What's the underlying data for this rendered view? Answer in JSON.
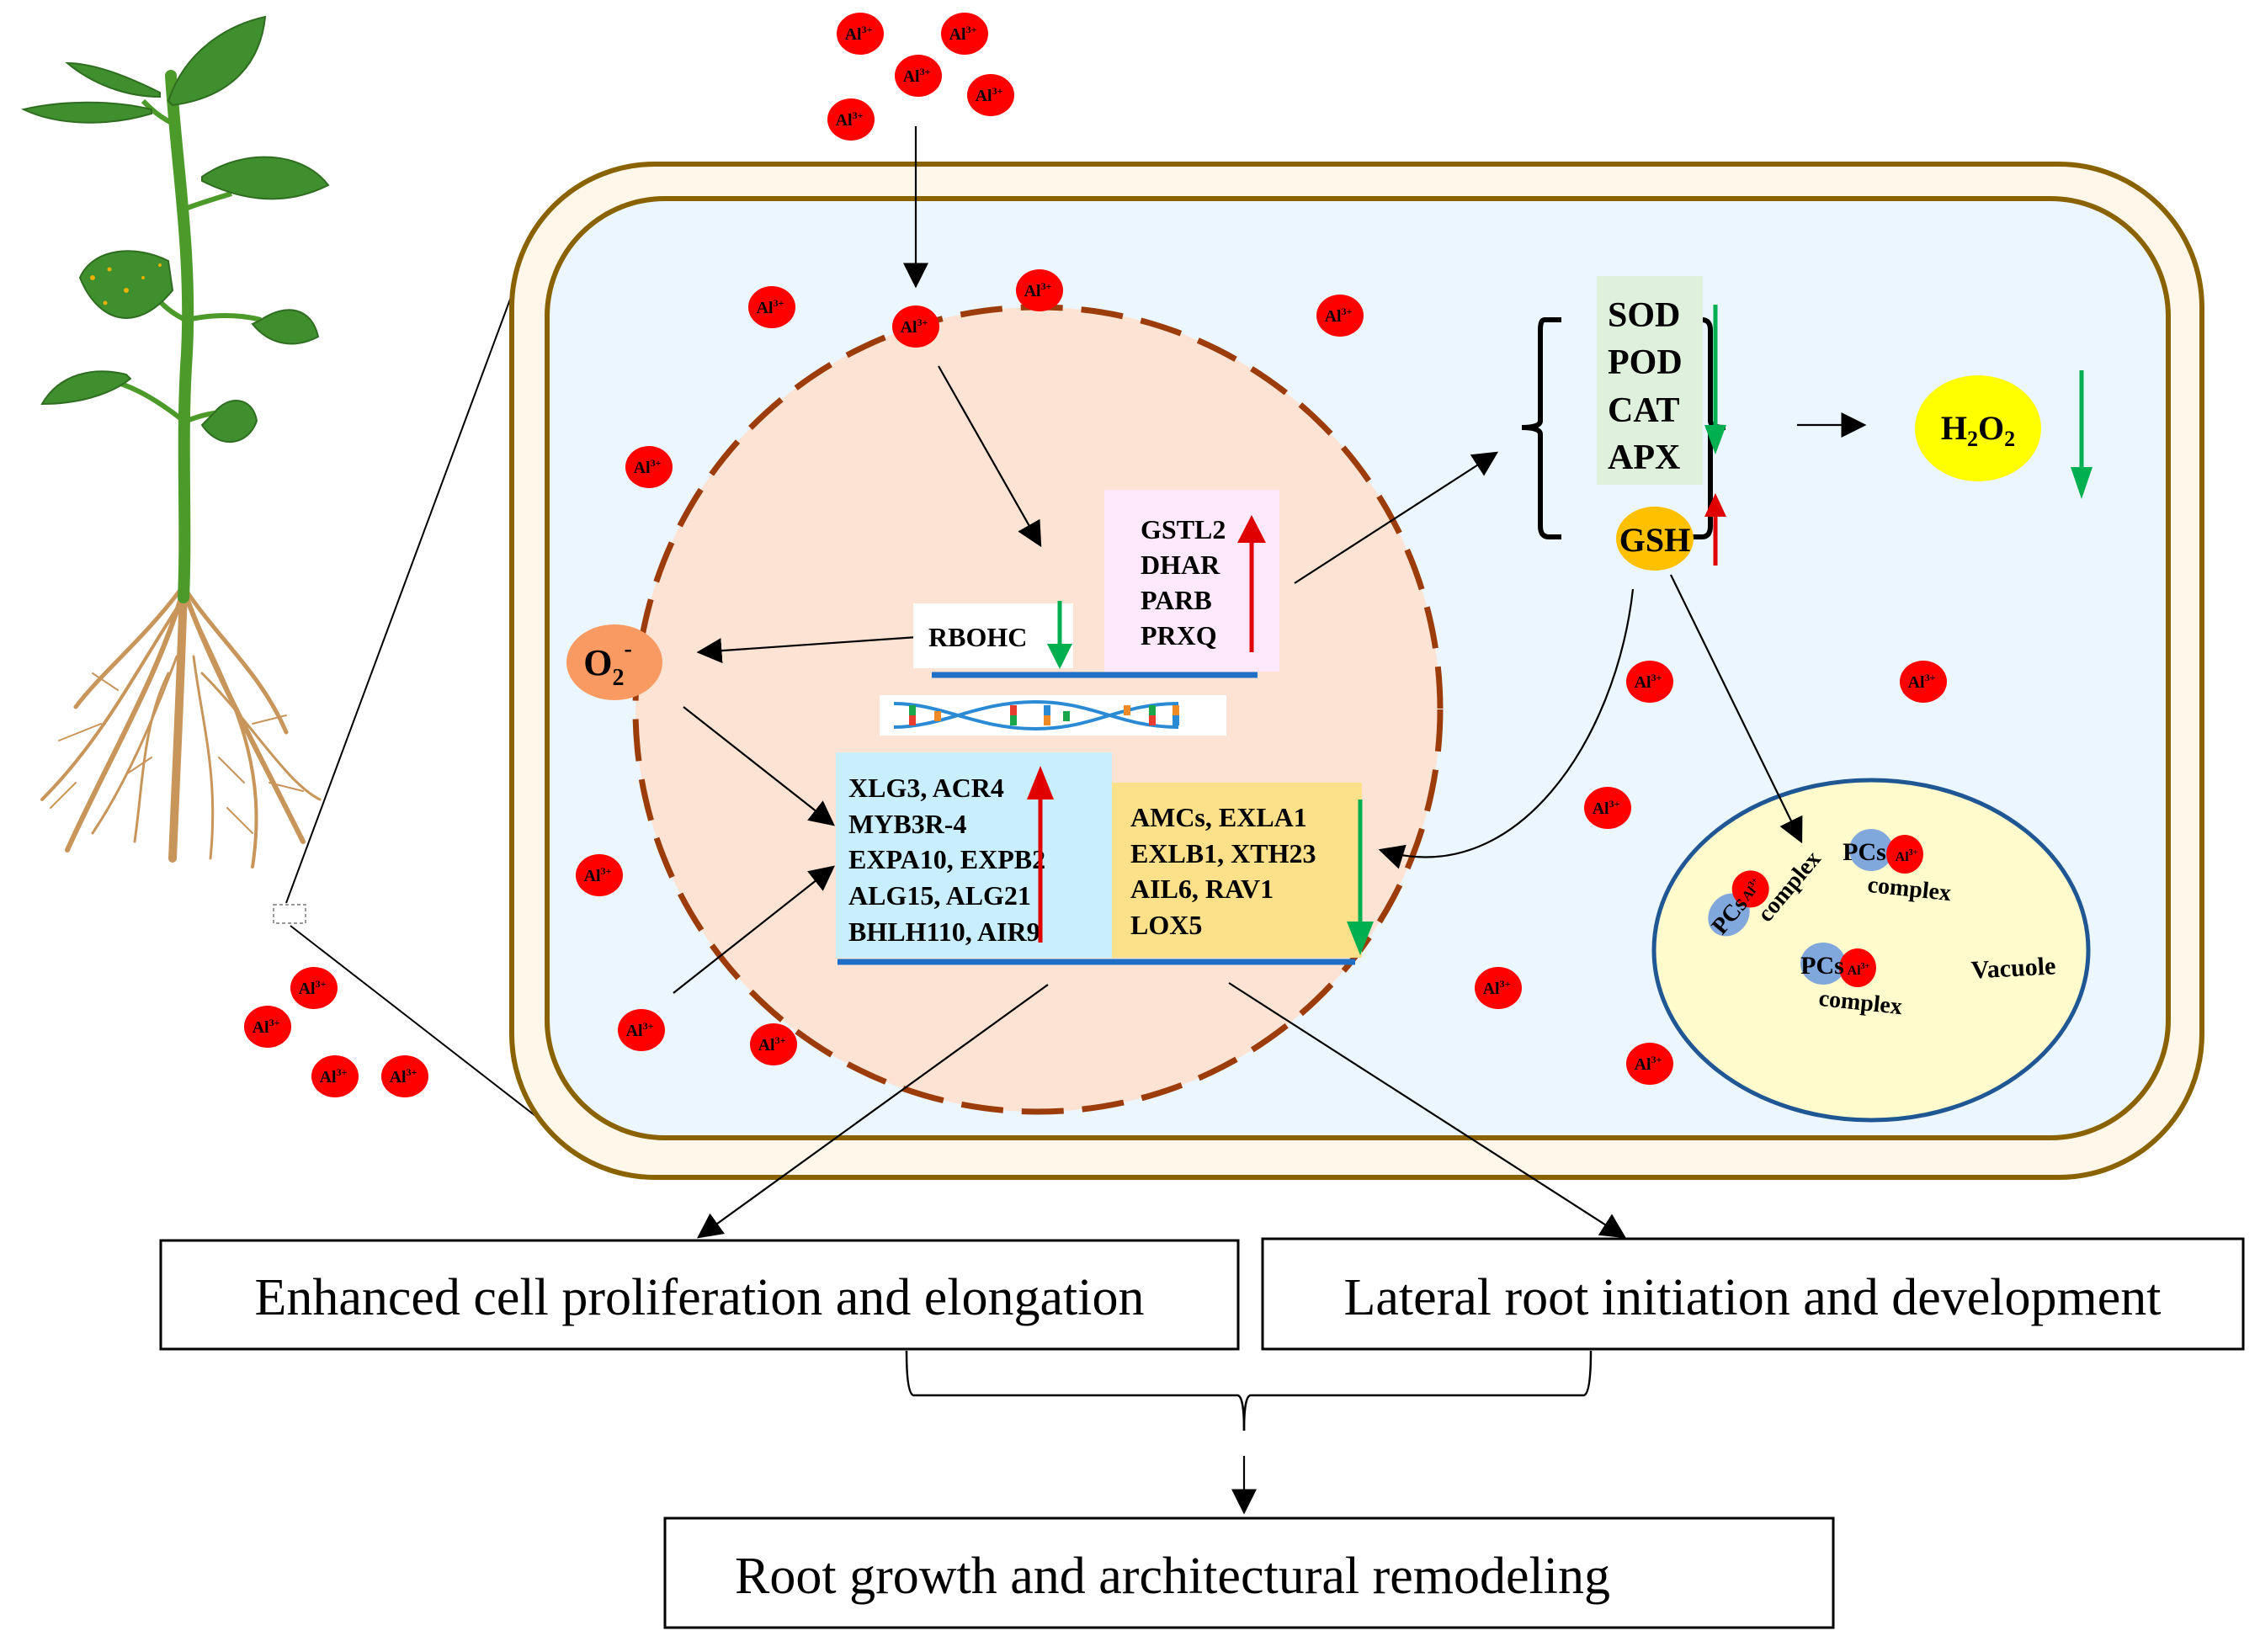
{
  "ion_label": "Al",
  "ion_charge": "3+",
  "cell": {
    "enzymes": [
      "SOD",
      "POD",
      "CAT",
      "APX"
    ],
    "enzymes_trend": "down",
    "gsh": "GSH",
    "gsh_trend": "up",
    "h2o2": {
      "main": "H",
      "sub1": "2",
      "mid": "O",
      "sub2": "2"
    },
    "h2o2_trend": "down",
    "superoxide": {
      "main": "O",
      "sub": "2",
      "sup": "-"
    },
    "vacuole": {
      "label": "Vacuole",
      "complexes": [
        {
          "pcs": "PCs",
          "label": "complex"
        },
        {
          "pcs": "PCs",
          "label": "complex"
        },
        {
          "pcs": "PCs",
          "label": "complex"
        }
      ]
    }
  },
  "nucleus": {
    "rbohc": {
      "gene": "RBOHC",
      "trend": "down"
    },
    "antioxidant_genes": {
      "genes": [
        "GSTL2",
        "DHAR",
        "PARB",
        "PRXQ"
      ],
      "trend": "up"
    },
    "upregulated_genes": {
      "lines": [
        "XLG3, ACR4",
        "MYB3R-4",
        "EXPA10, EXPB2",
        "ALG15, ALG21",
        "BHLH110, AIR9"
      ],
      "trend": "up"
    },
    "downregulated_genes": {
      "lines": [
        "AMCs, EXLA1",
        "EXLB1, XTH23",
        "AIL6, RAV1",
        "LOX5"
      ],
      "trend": "down"
    }
  },
  "outcomes": {
    "box1": "Enhanced cell proliferation  and elongation",
    "box2": "Lateral root initiation and development",
    "final": "Root growth and architectural remodeling"
  },
  "colors": {
    "ion": "#ff0000",
    "cell_wall": "#8a6300",
    "wall_fill": "#fff8ea",
    "cytoplasm": "#ecf6fe",
    "nucleus_fill": "#fde3d4",
    "nucleus_border": "#9c3c0a",
    "up_arrow": "#e00000",
    "down_arrow": "#00b050",
    "vacuole_fill": "#fffbcc",
    "vacuole_border": "#1f5795",
    "h2o2_fill": "#ffff00",
    "gsh_fill": "#ffc000",
    "o2_fill": "#f99a62",
    "pcs_fill": "#80a8dc",
    "enzyme_box": "#dff0dd",
    "antiox_box": "#fde9fb",
    "up_box": "#c9efff",
    "down_box": "#fde08a",
    "gene_line": "#1f6fc6"
  }
}
